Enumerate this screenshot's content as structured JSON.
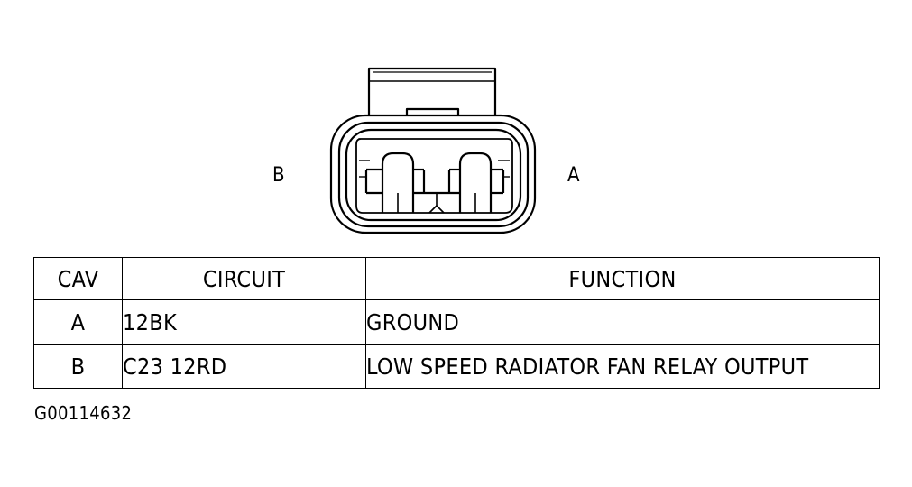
{
  "connector": {
    "left_label": "B",
    "right_label": "A"
  },
  "table": {
    "headers": [
      "CAV",
      "CIRCUIT",
      "FUNCTION"
    ],
    "rows": [
      {
        "cav": "A",
        "circuit": "12BK",
        "function": "GROUND"
      },
      {
        "cav": "B",
        "circuit": "C23 12RD",
        "function": "LOW SPEED RADIATOR FAN RELAY OUTPUT"
      }
    ]
  },
  "figure_id": "G00114632"
}
